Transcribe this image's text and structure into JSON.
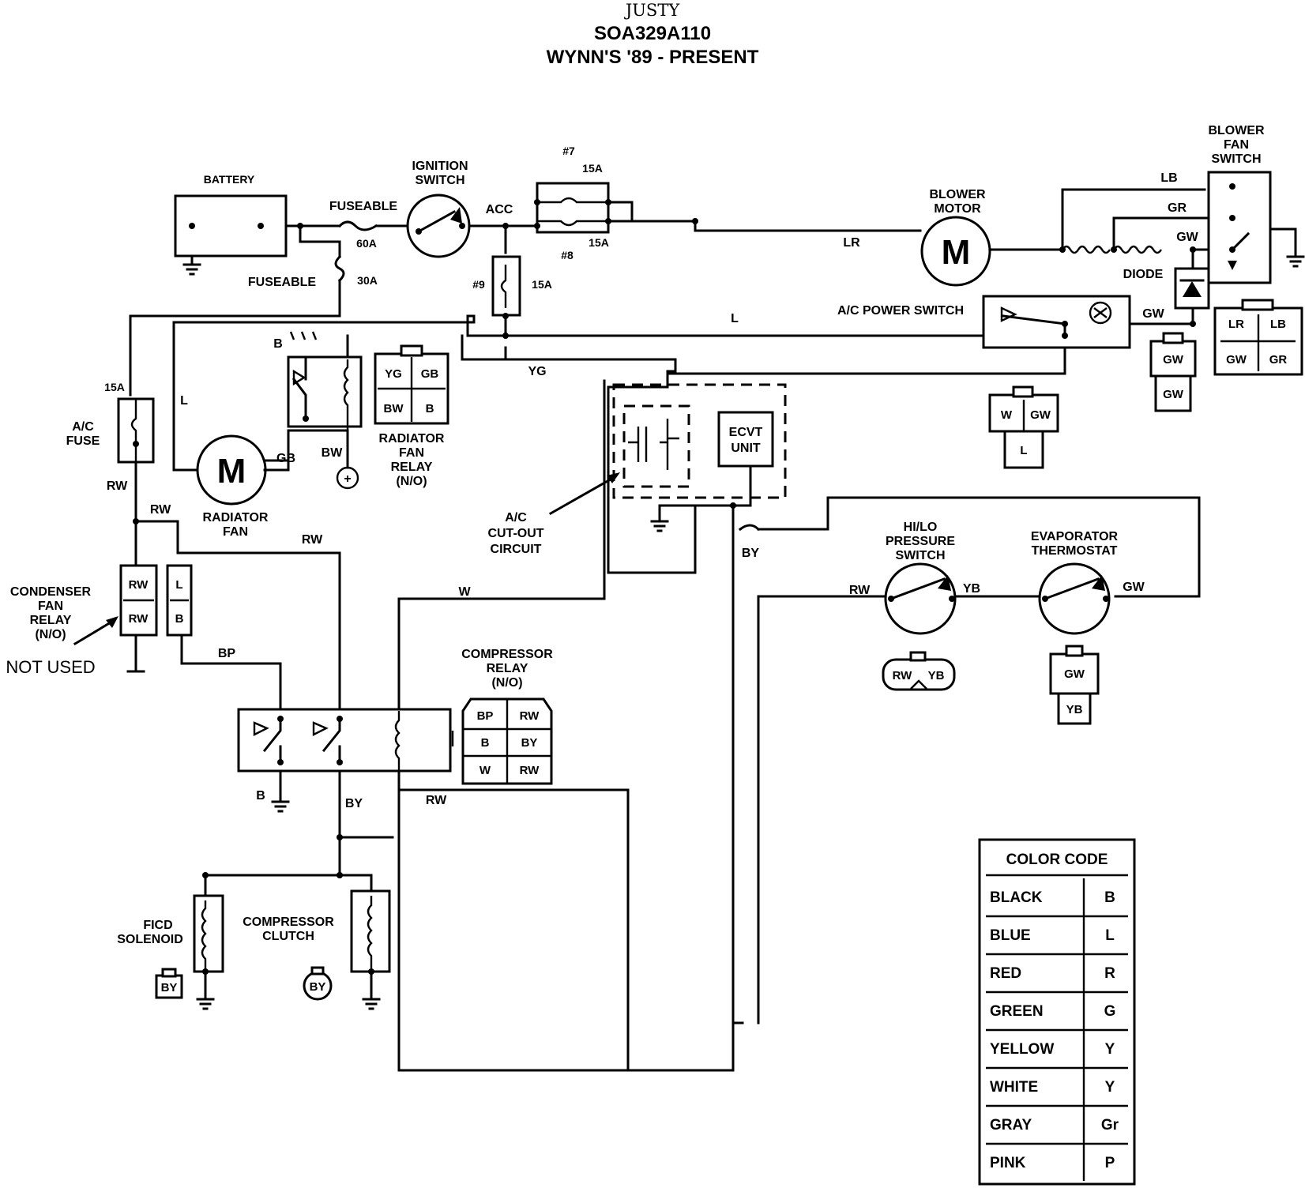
{
  "header": {
    "title": "JUSTY",
    "code": "SOA329A110",
    "subtitle": "WYNN'S '89 - PRESENT"
  },
  "components": {
    "battery": "BATTERY",
    "fuseable_top": "FUSEABLE",
    "fuse_60a": "60A",
    "fuseable_bottom": "FUSEABLE",
    "fuse_30a": "30A",
    "ignition_switch": [
      "IGNITION",
      "SWITCH"
    ],
    "acc": "ACC",
    "fuse7": "#7",
    "fuse7_rating": "15A",
    "fuse8": "#8",
    "fuse8_rating": "15A",
    "fuse9": "#9",
    "fuse9_rating": "15A",
    "blower_motor": [
      "BLOWER",
      "MOTOR"
    ],
    "blower_fan_switch": [
      "BLOWER",
      "FAN",
      "SWITCH"
    ],
    "diode": "DIODE",
    "ac_power_switch": "A/C POWER SWITCH",
    "radiator_fan_relay": [
      "RADIATOR",
      "FAN",
      "RELAY",
      "(N/O)"
    ],
    "radiator_fan": [
      "RADIATOR",
      "FAN"
    ],
    "ac_fuse": [
      "A/C",
      "FUSE"
    ],
    "ac_fuse_rating": "15A",
    "ecvt_unit": [
      "ECVT",
      "UNIT"
    ],
    "ac_cutout": [
      "A/C",
      "CUT-OUT",
      "CIRCUIT"
    ],
    "condenser_fan_relay": [
      "CONDENSER",
      "FAN",
      "RELAY",
      "(N/O)"
    ],
    "not_used": "NOT USED",
    "compressor_relay": [
      "COMPRESSOR",
      "RELAY",
      "(N/O)"
    ],
    "hilo_switch": [
      "HI/LO",
      "PRESSURE",
      "SWITCH"
    ],
    "evap_thermostat": [
      "EVAPORATOR",
      "THERMOSTAT"
    ],
    "ficd_solenoid": [
      "FICD",
      "SOLENOID"
    ],
    "compressor_clutch": [
      "COMPRESSOR",
      "CLUTCH"
    ],
    "motor_symbol": "M",
    "plus_symbol": "+"
  },
  "wires": {
    "lr": "LR",
    "lb": "LB",
    "gr": "GR",
    "gw_blower": "GW",
    "gw_ac": "GW",
    "l_top": "L",
    "l_left": "L",
    "yg": "YG",
    "gb": "GB",
    "bw": "BW",
    "b_relay": "B",
    "rw1": "RW",
    "rw2": "RW",
    "rw3": "RW",
    "rw_hilo": "RW",
    "rw_bottom": "RW",
    "bp": "BP",
    "w": "W",
    "by_mid": "BY",
    "by_low": "BY",
    "b_low": "B",
    "yb": "YB",
    "gw_evap": "GW"
  },
  "connectors": {
    "radiator_relay": [
      "YG",
      "GB",
      "BW",
      "B"
    ],
    "blower_switch": [
      "LR",
      "LB",
      "GW",
      "GR"
    ],
    "diode_conn": [
      "GW",
      "GW"
    ],
    "ac_switch_conn": [
      "W",
      "GW",
      "L"
    ],
    "condenser_relay": [
      "RW",
      "L",
      "RW",
      "B"
    ],
    "compressor_relay": [
      "BP",
      "RW",
      "B",
      "BY",
      "W",
      "RW"
    ],
    "hilo_conn": [
      "RW",
      "YB"
    ],
    "evap_conn": [
      "GW",
      "YB"
    ],
    "ficd_conn": "BY",
    "clutch_conn": "BY"
  },
  "color_code": {
    "heading": "COLOR CODE",
    "rows": [
      {
        "name": "BLACK",
        "code": "B"
      },
      {
        "name": "BLUE",
        "code": "L"
      },
      {
        "name": "RED",
        "code": "R"
      },
      {
        "name": "GREEN",
        "code": "G"
      },
      {
        "name": "YELLOW",
        "code": "Y"
      },
      {
        "name": "WHITE",
        "code": "Y"
      },
      {
        "name": "GRAY",
        "code": "Gr"
      },
      {
        "name": "PINK",
        "code": "P"
      }
    ]
  }
}
